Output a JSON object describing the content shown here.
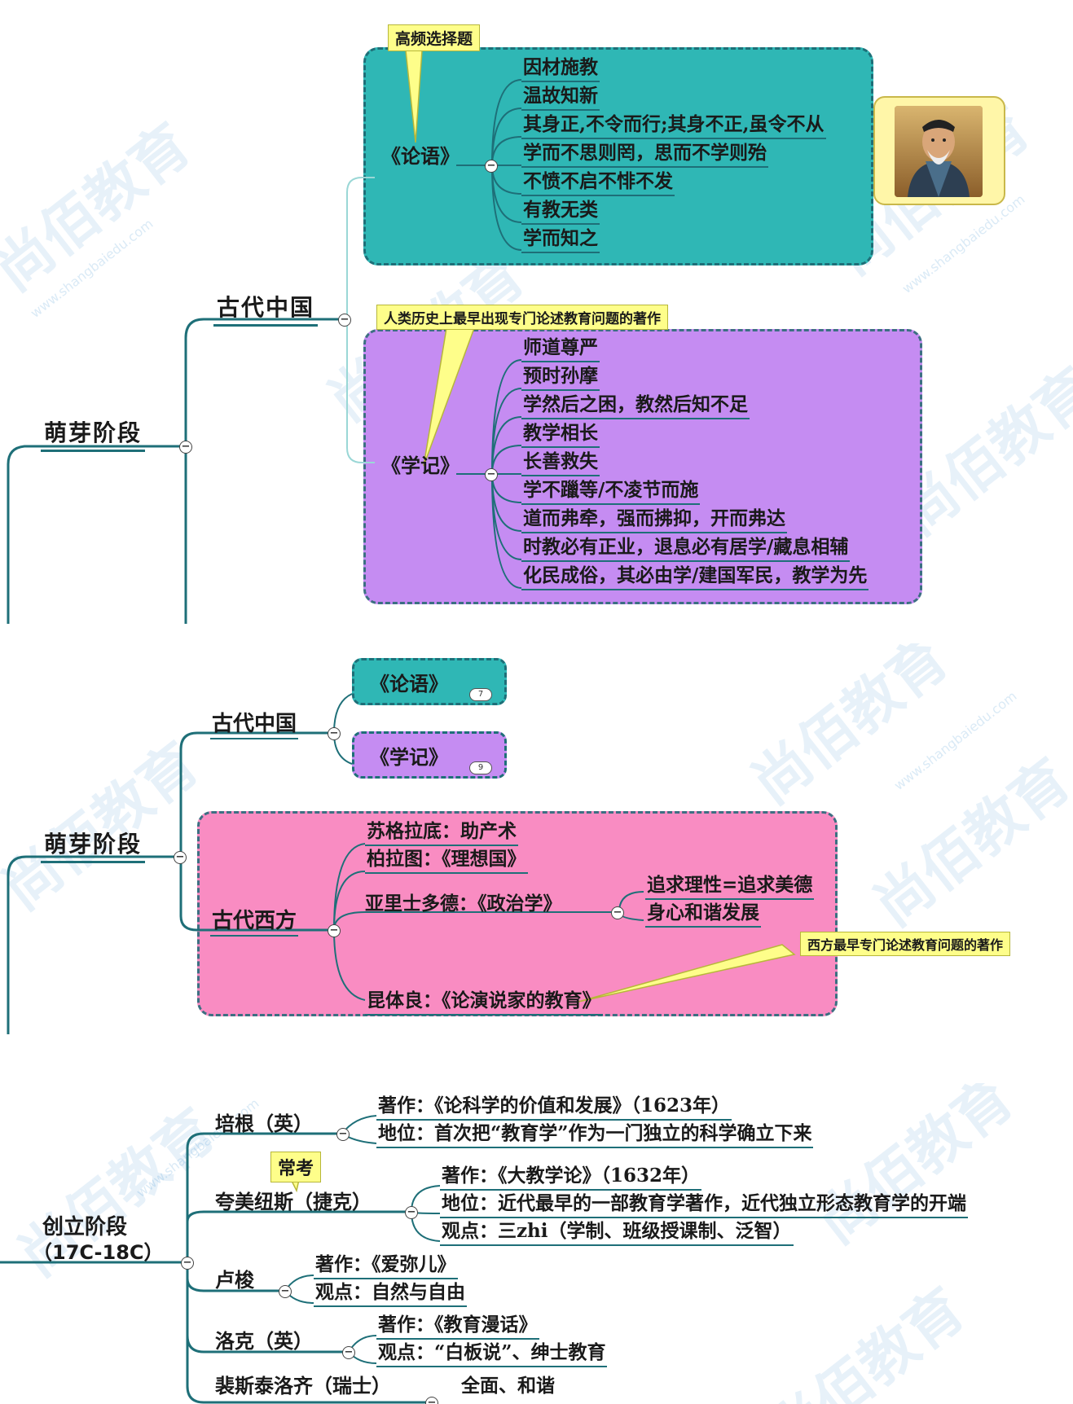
{
  "watermark": {
    "text": "尚佰教育",
    "url": "www.shangbaiedu.com"
  },
  "section1": {
    "root": "萌芽阶段",
    "branch": "古代中国",
    "lunyu": {
      "title": "《论语》",
      "callout": "高频选择题",
      "items": [
        "因材施教",
        "温故知新",
        "其身正,不令而行;其身不正,虽令不从",
        "学而不思则罔，思而不学则殆",
        "不愤不启不悱不发",
        "有教无类",
        "学而知之"
      ]
    },
    "xueji": {
      "title": "《学记》",
      "callout": "人类历史上最早出现专门论述教育问题的著作",
      "items": [
        "师道尊严",
        "预时孙摩",
        "学然后之困，教然后知不足",
        "教学相长",
        "长善救失",
        "学不躐等/不凌节而施",
        "道而弗牵，强而拂抑，开而弗达",
        "时教必有正业，退息必有居学/藏息相辅",
        "化民成俗，其必由学/建国军民，教学为先"
      ]
    }
  },
  "section2": {
    "root": "萌芽阶段",
    "china": {
      "label": "古代中国",
      "lunyu": "《论语》",
      "lunyu_count": "7",
      "xueji": "《学记》",
      "xueji_count": "9"
    },
    "west": {
      "label": "古代西方",
      "socrates": "苏格拉底：助产术",
      "plato": "柏拉图：《理想国》",
      "aristotle": "亚里士多德：《政治学》",
      "aristotle_items": [
        "追求理性=追求美德",
        "身心和谐发展"
      ],
      "quintilian": "昆体良：《论演说家的教育》",
      "callout": "西方最早专门论述教育问题的著作"
    },
    "separator_mark": "、"
  },
  "section3": {
    "root_line1": "创立阶段",
    "root_line2": "（17C-18C）",
    "bacon": {
      "label": "培根（英）",
      "items": [
        "著作：《论科学的价值和发展》（1623年）",
        "地位：首次把“教育学”作为一门独立的科学确立下来"
      ]
    },
    "comenius": {
      "label": "夸美纽斯（捷克）",
      "callout": "常考",
      "items": [
        "著作：《大教学论》（1632年）",
        "地位：近代最早的一部教育学著作，近代独立形态教育学的开端",
        "观点：三zhi（学制、班级授课制、泛智）"
      ]
    },
    "rousseau": {
      "label": "卢梭",
      "items": [
        "著作：《爱弥儿》",
        "观点：自然与自由"
      ]
    },
    "locke": {
      "label": "洛克（英）",
      "items": [
        "著作：《教育漫话》",
        "观点：“白板说”、绅士教育"
      ]
    },
    "pestalozzi": {
      "label": "裴斯泰洛齐（瑞士）",
      "items": [
        "全面、和谐"
      ]
    }
  },
  "colors": {
    "teal": "#2fb7b5",
    "purple": "#c58cf2",
    "pink": "#f98cc2",
    "line": "#1e6f78",
    "callout": "#fefe8a"
  },
  "icons": [
    "confucius-portrait",
    "collapse-icon",
    "count-badge"
  ]
}
